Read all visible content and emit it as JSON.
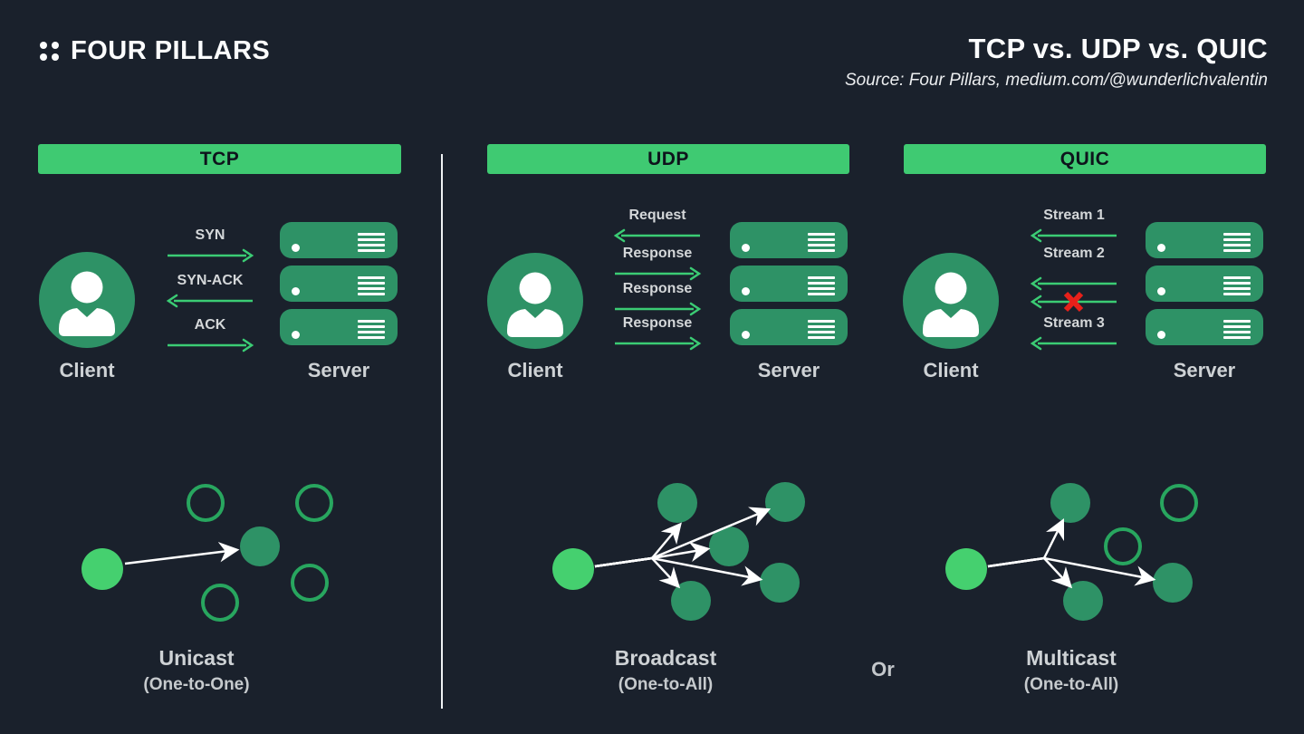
{
  "brand": {
    "name": "FOUR PILLARS"
  },
  "header": {
    "title": "TCP vs. UDP vs. QUIC",
    "source": "Source: Four Pillars, medium.com/@wunderlichvalentin"
  },
  "colors": {
    "background": "#1a212c",
    "header_green": "#3fca72",
    "bright_green": "#45d06f",
    "mid_green": "#2e9266",
    "ring_green": "#28a65f",
    "arrow_green": "#3bcc74",
    "blocked_red": "#e8201a",
    "text_light": "#d4d7d9",
    "bar_text_dark": "#0e141c",
    "divider_white": "#eef1f3"
  },
  "protocols": [
    {
      "name": "TCP",
      "client_label": "Client",
      "server_label": "Server",
      "messages": [
        {
          "label": "SYN",
          "dir": "right"
        },
        {
          "label": "SYN-ACK",
          "dir": "left"
        },
        {
          "label": "ACK",
          "dir": "right"
        }
      ]
    },
    {
      "name": "UDP",
      "client_label": "Client",
      "server_label": "Server",
      "messages": [
        {
          "label": "Request",
          "dir": "left"
        },
        {
          "label": "Response",
          "dir": "right"
        },
        {
          "label": "Response",
          "dir": "right"
        },
        {
          "label": "Response",
          "dir": "right"
        }
      ]
    },
    {
      "name": "QUIC",
      "client_label": "Client",
      "server_label": "Server",
      "messages": [
        {
          "label": "Stream 1",
          "dir": "left"
        },
        {
          "label": "Stream 2",
          "dir": "left"
        },
        {
          "label": "",
          "dir": "left",
          "blocked": true
        },
        {
          "label": "Stream 3",
          "dir": "left"
        }
      ]
    }
  ],
  "casts": [
    {
      "title": "Unicast",
      "subtitle": "(One-to-One)"
    },
    {
      "title": "Broadcast",
      "subtitle": "(One-to-All)"
    },
    {
      "title": "Multicast",
      "subtitle": "(One-to-All)"
    }
  ],
  "or_label": "Or"
}
